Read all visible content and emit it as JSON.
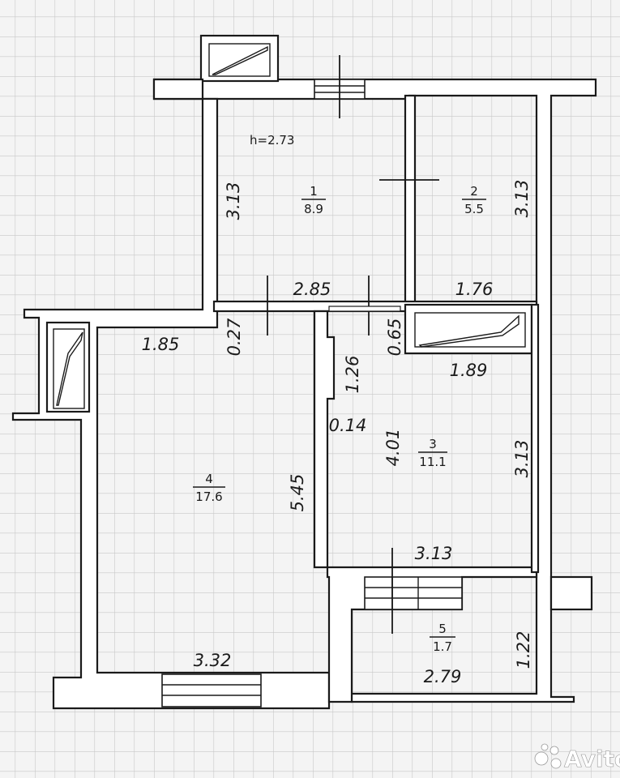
{
  "plan": {
    "ceiling_height": "h=2.73",
    "rooms": [
      {
        "number": "1",
        "area": "8.9"
      },
      {
        "number": "2",
        "area": "5.5"
      },
      {
        "number": "3",
        "area": "11.1"
      },
      {
        "number": "4",
        "area": "17.6"
      },
      {
        "number": "5",
        "area": "1.7"
      }
    ],
    "dimensions": {
      "room1_height": "3.13",
      "room1_width": "2.85",
      "room2_height": "3.13",
      "room2_width": "1.76",
      "room3_right": "3.13",
      "room3_left": "4.01",
      "room3_bottom": "3.13",
      "room3_upper_left": "1.26",
      "room3_offset": "0.14",
      "room3_door": "0.65",
      "closet_width": "1.89",
      "corridor_gap": "0.27",
      "room4_top": "1.85",
      "room4_height": "5.45",
      "room4_bottom": "3.32",
      "room5_height": "1.22",
      "room5_width": "2.79"
    }
  },
  "watermark": {
    "text": "Avito",
    "color": "#9a9a9a"
  },
  "colors": {
    "grid": "#c8c8c8",
    "background": "#f4f4f4",
    "walls": "#ffffff",
    "ink": "#1a1a1a"
  }
}
